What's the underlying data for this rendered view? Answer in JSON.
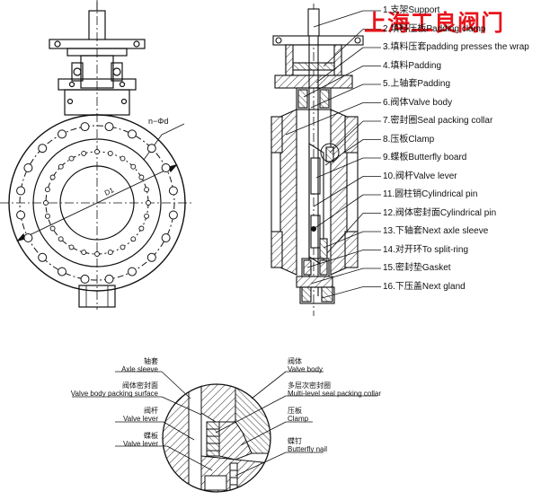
{
  "brand": {
    "text": "上海工良阀门",
    "color": "#e8141b"
  },
  "front_view": {
    "flange_note": "n−Φd",
    "diameter_label": "D1"
  },
  "parts": [
    {
      "label": "1.支架Support"
    },
    {
      "label": "2.填料压板Padding clamp"
    },
    {
      "label": "3.填料压套padding presses the wrap"
    },
    {
      "label": "4.填料Padding"
    },
    {
      "label": "5.上轴套Padding"
    },
    {
      "label": "6.阀体Valve body"
    },
    {
      "label": "7.密封圈Seal packing collar"
    },
    {
      "label": "8.压板Clamp"
    },
    {
      "label": "9.蝶板Butterfly board"
    },
    {
      "label": "10.阀杆Valve lever"
    },
    {
      "label": "11.圆柱销Cylindrical pin"
    },
    {
      "label": "12.阀体密封面Cylindrical pin"
    },
    {
      "label": "13.下轴套Next axle sleeve"
    },
    {
      "label": "14.对开环To split-ring"
    },
    {
      "label": "15.密封垫Gasket"
    },
    {
      "label": "16.下压盖Next gland"
    }
  ],
  "detail_left": [
    {
      "cn": "轴套",
      "en": "Axle sleeve"
    },
    {
      "cn": "阀体密封面",
      "en": "Valve body packing surface"
    },
    {
      "cn": "阀杆",
      "en": "Valve lever"
    },
    {
      "cn": "蝶板",
      "en": "Valve lever"
    }
  ],
  "detail_right": [
    {
      "cn": "阀体",
      "en": "Valve body"
    },
    {
      "cn": "多层次密封圈",
      "en": "Multi-level seal packing collar"
    },
    {
      "cn": "压板",
      "en": "Clamp"
    },
    {
      "cn": "蝶钉",
      "en": "Butterfly nail"
    }
  ]
}
